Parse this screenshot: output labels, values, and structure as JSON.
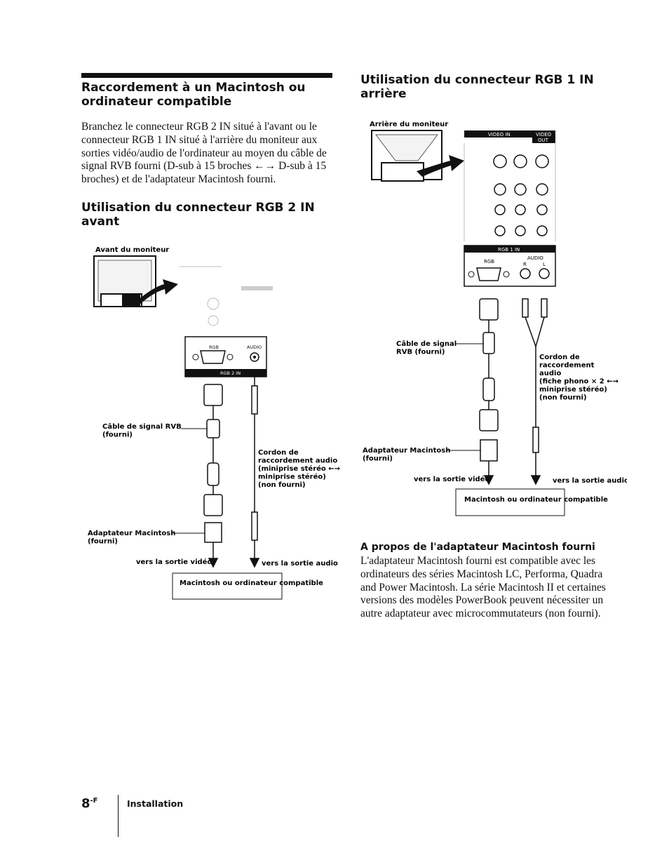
{
  "left": {
    "heading": "Raccordement à un Macintosh ou ordinateur compatible",
    "intro": "Branchez le connecteur RGB 2 IN situé à l'avant ou le connecteur RGB 1 IN situé à l'arrière du moniteur aux sorties vidéo/audio de l'ordinateur au moyen du câble de signal RVB fourni (D-sub à 15 broches ←→ D-sub à 15 broches) et de l'adaptateur Macintosh fourni.",
    "subheading": "Utilisation du connecteur RGB 2 IN avant",
    "diagram": {
      "monitor_label": "Avant du moniteur",
      "panel_rgb": "RGB",
      "panel_audio": "AUDIO",
      "panel_name": "RGB 2 IN",
      "cable_label": "Câble de signal RVB (fourni)",
      "audio_cord_label": "Cordon de raccordement audio (miniprise stéréo ←→ miniprise stéréo) (non fourni)",
      "adapter_label": "Adaptateur Macintosh (fourni)",
      "video_out": "vers la sortie vidéo",
      "audio_out": "vers la sortie audio",
      "computer_label": "Macintosh ou ordinateur compatible"
    }
  },
  "right": {
    "heading": "Utilisation du connecteur RGB 1 IN arrière",
    "diagram": {
      "monitor_label": "Arrière du moniteur",
      "video_in": "VIDEO IN",
      "video_out_panel": "VIDEO OUT",
      "panel_name": "RGB 1 IN",
      "panel_rgb": "RGB",
      "panel_audio": "AUDIO",
      "r": "R",
      "l": "L",
      "cable_label": "Câble de signal RVB (fourni)",
      "audio_cord_label": "Cordon de raccordement audio (fiche phono × 2 ←→ miniprise stéréo) (non fourni)",
      "adapter_label": "Adaptateur Macintosh (fourni)",
      "video_out": "vers la sortie vidéo",
      "audio_out": "vers la sortie audio",
      "computer_label": "Macintosh ou ordinateur compatible"
    },
    "about_heading": "A propos de l'adaptateur Macintosh fourni",
    "about_text": "L'adaptateur Macintosh fourni est compatible avec les ordinateurs des séries Macintosh LC, Performa, Quadra and Power Macintosh. La série Macintosh II et certaines versions des modèles PowerBook peuvent nécessiter un autre adaptateur avec microcommutateurs (non fourni)."
  },
  "footer": {
    "page_num": "8",
    "page_suffix": "-F",
    "section": "Installation"
  }
}
